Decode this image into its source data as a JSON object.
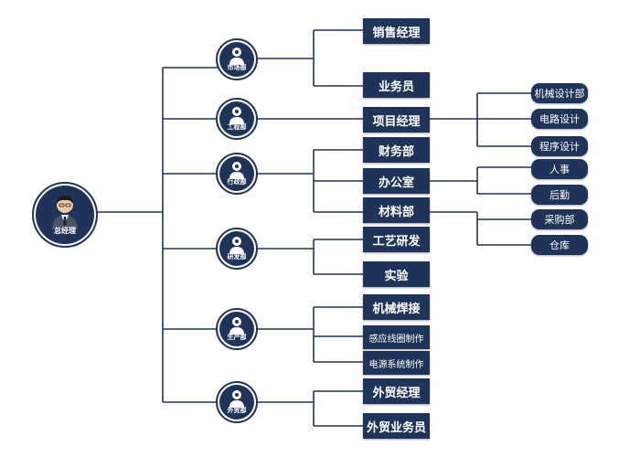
{
  "root": {
    "label": "总经理",
    "icon": "manager-portrait-icon"
  },
  "departments": [
    {
      "id": "market",
      "label": "市场部",
      "icon": "person-icon"
    },
    {
      "id": "eng",
      "label": "工程部",
      "icon": "person-icon"
    },
    {
      "id": "admin",
      "label": "行政部",
      "icon": "person-icon"
    },
    {
      "id": "rd",
      "label": "研发部",
      "icon": "person-icon"
    },
    {
      "id": "prod",
      "label": "生产部",
      "icon": "person-icon"
    },
    {
      "id": "trade",
      "label": "外贸部",
      "icon": "person-icon"
    }
  ],
  "positions": {
    "sales_manager": "销售经理",
    "salesman": "业务员",
    "project_manager": "项目经理",
    "finance": "财务部",
    "office": "办公室",
    "materials": "材料部",
    "process_rd": "工艺研发",
    "experiment": "实验",
    "mech_welding": "机械焊接",
    "induction_coil": "感应线圈制作",
    "power_system": "电源系统制作",
    "trade_manager": "外贸经理",
    "trade_salesman": "外贸业务员"
  },
  "subunits": {
    "mech_design": "机械设计部",
    "circuit_design": "电路设计",
    "program_design": "程序设计",
    "hr": "人事",
    "logistics": "后勤",
    "purchasing": "采购部",
    "warehouse": "仓库"
  },
  "colors": {
    "navy": "#203358",
    "line": "#203358",
    "text": "#ffffff",
    "background": "#ffffff"
  }
}
